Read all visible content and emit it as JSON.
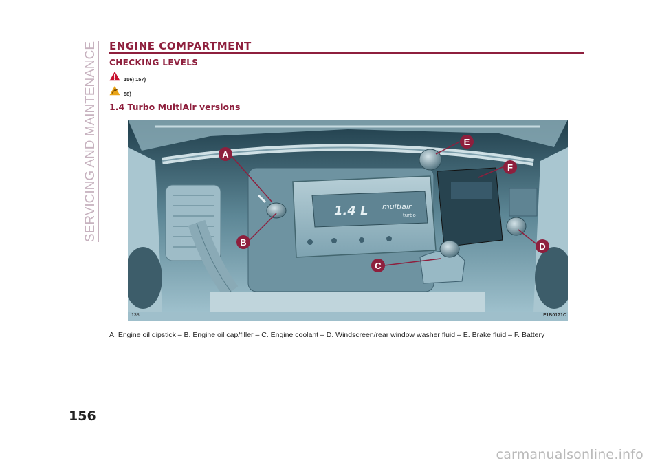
{
  "side_title": "SERVICING AND MAINTENANCE",
  "heading": "ENGINE COMPARTMENT",
  "subheading": "CHECKING LEVELS",
  "references": {
    "warning": "156) 157)",
    "caution": "58)"
  },
  "section_title": "1.4 Turbo MultiAir versions",
  "figure": {
    "engine_cover_text": "1.4 L",
    "engine_cover_brand": "multiair",
    "engine_cover_sub": "turbo",
    "labels": [
      "A",
      "B",
      "C",
      "D",
      "E",
      "F"
    ],
    "page_ref": "138",
    "code": "F1B0171C"
  },
  "caption": "A. Engine oil dipstick – B. Engine oil cap/filler – C. Engine coolant – D. Windscreen/rear window washer fluid – E. Brake fluid – F. Battery",
  "page_number": "156",
  "watermark": "carmanualsonline.info",
  "colors": {
    "accent": "#8e1f3d",
    "side_title": "#c7b2bf",
    "figure_tint": "#7aa2b2"
  }
}
